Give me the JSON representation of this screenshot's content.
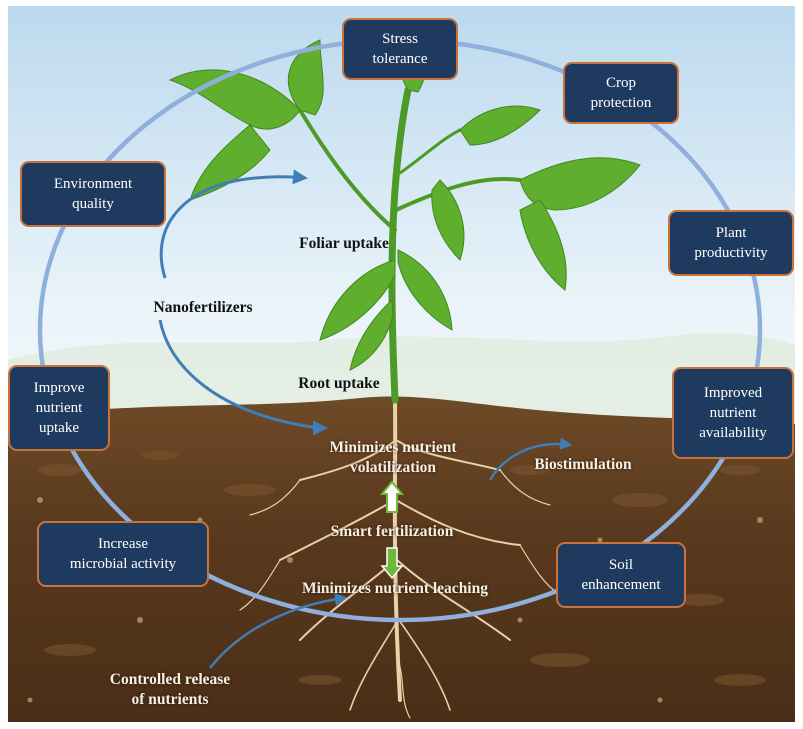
{
  "outer_boxes": {
    "stress_tolerance": "Stress\ntolerance",
    "crop_protection": "Crop\nprotection",
    "environment_quality": "Environment\nquality",
    "plant_productivity": "Plant\nproductivity",
    "improve_nutrient_uptake": "Improve\nnutrient\nuptake",
    "improved_nutrient_availability": "Improved\nnutrient\navailability",
    "increase_microbial_activity": "Increase\nmicrobial activity",
    "soil_enhancement": "Soil\nenhancement"
  },
  "labels": {
    "foliar_uptake": "Foliar uptake",
    "nanofertilizers": "Nanofertilizers",
    "root_uptake": "Root uptake",
    "minimizes_volatilization": "Minimizes nutrient\nvolatilization",
    "biostimulation": "Biostimulation",
    "smart_fertilization": "Smart fertilization",
    "minimizes_leaching": "Minimizes nutrient leaching",
    "controlled_release": "Controlled release\nof nutrients"
  },
  "colors": {
    "box_fill": "#1f3a5f",
    "box_border": "#c8733a",
    "circle": "#8fb0dd",
    "arrow": "#3f7fb5",
    "sky_top": "#bcd9ee",
    "soil": "#5a3a1e",
    "leaf": "#5fae2e",
    "root": "#e8d2a8",
    "up_arrow": "#6fb83a"
  }
}
